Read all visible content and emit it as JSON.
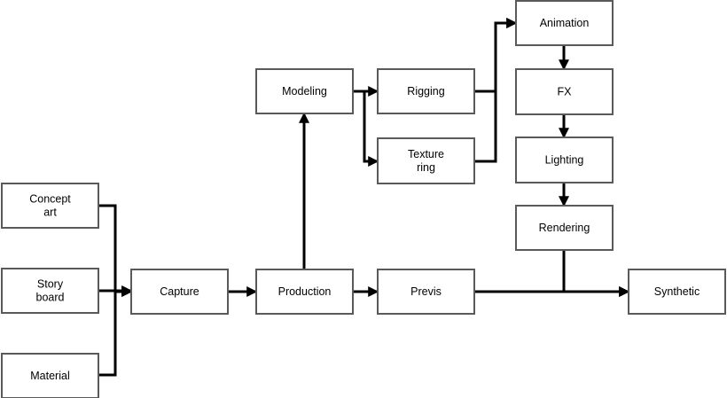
{
  "nodes": [
    {
      "id": "concept_art",
      "label": [
        "Concept",
        "art"
      ]
    },
    {
      "id": "story_board",
      "label": [
        "Story",
        "board"
      ]
    },
    {
      "id": "material",
      "label": [
        "Material"
      ]
    },
    {
      "id": "capture",
      "label": [
        "Capture"
      ]
    },
    {
      "id": "production",
      "label": [
        "Production"
      ]
    },
    {
      "id": "modeling",
      "label": [
        "Modeling"
      ]
    },
    {
      "id": "rigging",
      "label": [
        "Rigging"
      ]
    },
    {
      "id": "texture_ring",
      "label": [
        "Texture",
        "ring"
      ]
    },
    {
      "id": "animation",
      "label": [
        "Animation"
      ]
    },
    {
      "id": "fx",
      "label": [
        "FX"
      ]
    },
    {
      "id": "lighting",
      "label": [
        "Lighting"
      ]
    },
    {
      "id": "rendering",
      "label": [
        "Rendering"
      ]
    },
    {
      "id": "previs",
      "label": [
        "Previs"
      ]
    },
    {
      "id": "synthetic",
      "label": [
        "Synthetic"
      ]
    }
  ],
  "edges": [
    {
      "from": "concept_art",
      "to": "capture"
    },
    {
      "from": "story_board",
      "to": "capture"
    },
    {
      "from": "material",
      "to": "capture"
    },
    {
      "from": "capture",
      "to": "production"
    },
    {
      "from": "production",
      "to": "modeling"
    },
    {
      "from": "production",
      "to": "previs"
    },
    {
      "from": "modeling",
      "to": "rigging"
    },
    {
      "from": "modeling",
      "to": "texture_ring"
    },
    {
      "from": "rigging",
      "to": "animation"
    },
    {
      "from": "texture_ring",
      "to": "animation"
    },
    {
      "from": "animation",
      "to": "fx"
    },
    {
      "from": "fx",
      "to": "lighting"
    },
    {
      "from": "lighting",
      "to": "rendering"
    },
    {
      "from": "rendering",
      "to": "synthetic"
    },
    {
      "from": "previs",
      "to": "synthetic"
    }
  ]
}
